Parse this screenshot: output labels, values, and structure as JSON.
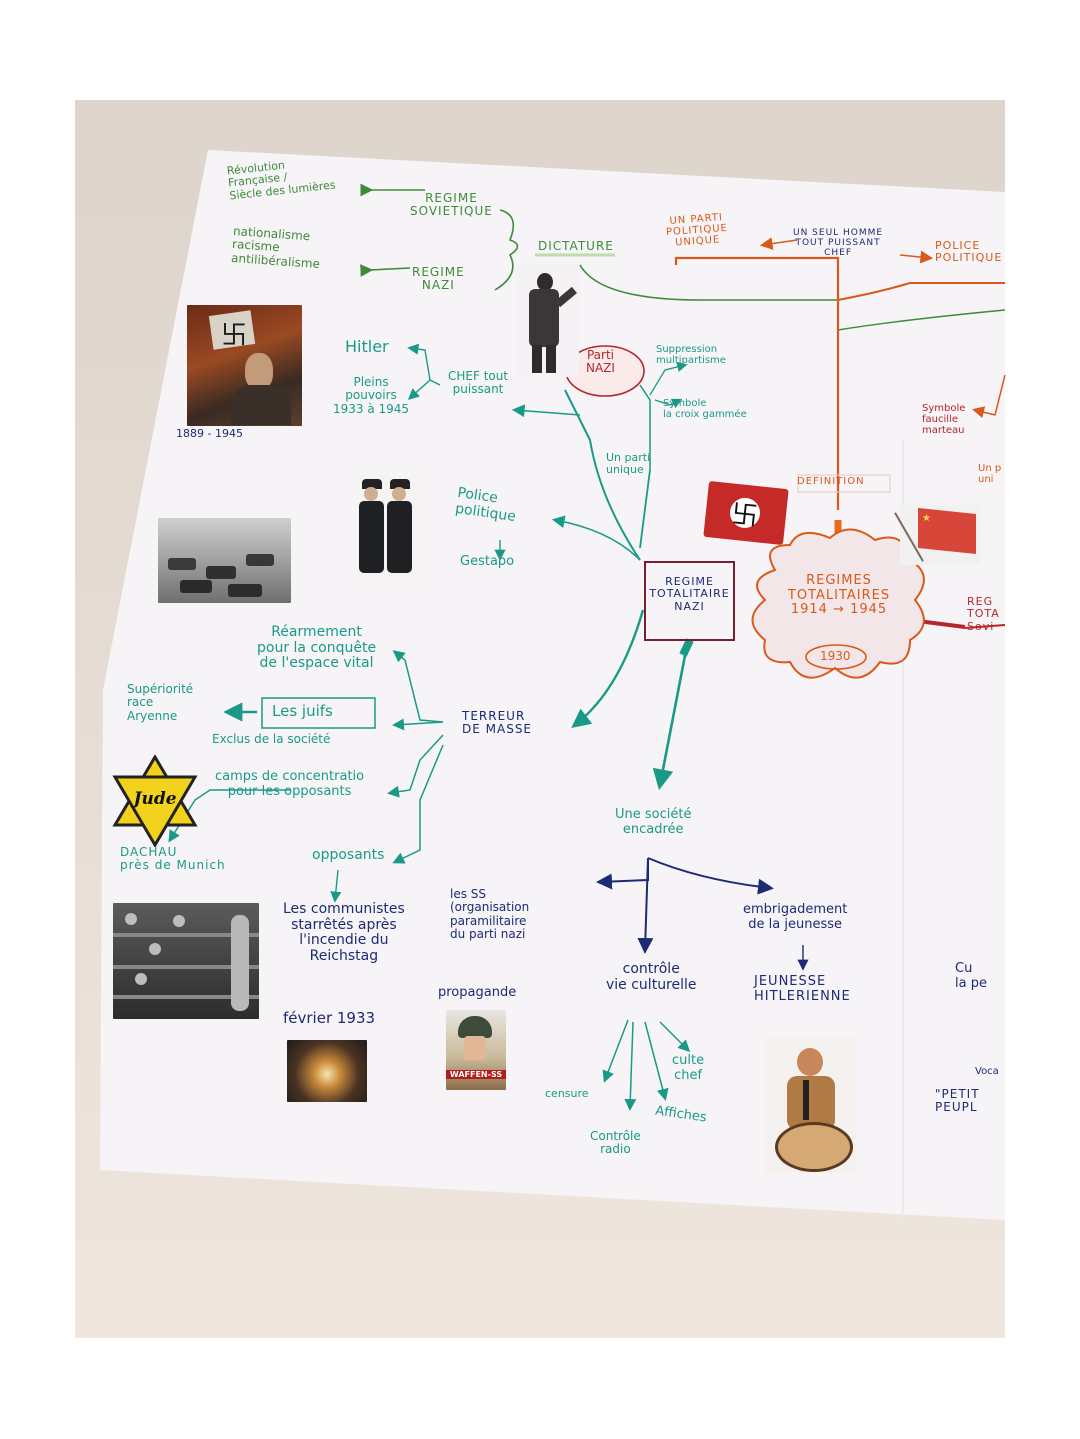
{
  "colors": {
    "green": "#3f8a3a",
    "teal": "#1a9a86",
    "navy": "#1d2a74",
    "orange": "#d8591a",
    "red": "#b5262b",
    "paper": "#f6f4f7"
  },
  "nodes": {
    "revolution": "Révolution\nFrançaise /\nSiècle des lumières",
    "regime_sovietique": "REGIME\nSOVIETIQUE",
    "nationalisme": "nationalisme\nracisme\nantilibéralisme",
    "regime_nazi_top": "REGIME\nNAZI",
    "dictature": "DICTATURE",
    "parti_politique_unique": "UN PARTI\nPOLITIQUE\nUNIQUE",
    "un_seul_homme": "UN SEUL HOMME\nTOUT PUISSANT\nCHEF",
    "police_politique_top": "POLICE\nPOLITIQUE",
    "hitler": "Hitler",
    "pleins_pouvoirs": "Pleins\npouvoirs\n1933 à 1945",
    "hitler_dates": "1889 - 1945",
    "chef_tout_puissant": "CHEF tout\npuissant",
    "parti_nazi": "Parti\nNAZI",
    "suppression": "Suppression\nmultipartisme",
    "symbole_croix": "Symbole\nla croix gammée",
    "un_parti_unique": "Un parti\nunique",
    "symbole_faucille": "Symbole\nfaucille\nmarteau",
    "un_parti_right": "Un p\nuni",
    "definition": "DEFINITION",
    "police_politique": "Police\npolitique",
    "gestapo": "Gestapo",
    "regime_totalitaire_nazi": "REGIME\nTOTALITAIRE\nNAZI",
    "regimes_totalitaires": "REGIMES\nTOTALITAIRES\n1914 → 1945",
    "year_1930": "1930",
    "reg_tota_sovi": "REG\nTOTA\nSovi",
    "rearmement": "Réarmement\npour la conquête\nde l'espace vital",
    "superiorite": "Supériorité\nrace\nAryenne",
    "les_juifs": "Les juifs",
    "exclus": "Exclus de la société",
    "terreur": "TERREUR\nDE MASSE",
    "camps": "camps de concentratio\npour les opposants",
    "dachau": "DACHAU\nprès de Munich",
    "opposants": "opposants",
    "societe_encadree": "Une société\nencadrée",
    "les_ss": "les SS\n(organisation\nparamilitaire\ndu parti nazi",
    "propagande": "propagande",
    "communistes": "Les communistes\nstarrêtés après\nl'incendie du\nReichstag",
    "fevrier": "février 1933",
    "controle_vie": "contrôle\nvie culturelle",
    "embrigadement": "embrigadement\nde la jeunesse",
    "jeunesse": "JEUNESSE\nHITLERIENNE",
    "culte_chef": "culte\nchef",
    "censure": "censure",
    "affiches": "Affiches",
    "controle_radio": "Contrôle\nradio",
    "right_cu": "Cu\nla pe",
    "right_voc": "Voca",
    "petit_peuple": "\"PETIT\nPEUPL",
    "jude": "Jude",
    "waffen": "WAFFEN-SS"
  },
  "icons": {
    "hitler_photo": "hitler-portrait-photo",
    "dictator_statue": "dictator-statue-photo",
    "police_photo": "police-officers-photo",
    "tanks_photo": "tanks-photo",
    "nazi_flag": "nazi-flag-photo",
    "soviet_flag": "soviet-flag-photo",
    "jude_star": "yellow-star-badge",
    "camp_photo": "concentration-camp-photo",
    "reichstag_fire": "reichstag-fire-photo",
    "waffen_poster": "waffen-ss-poster",
    "hitler_youth": "hitler-youth-drummer"
  }
}
